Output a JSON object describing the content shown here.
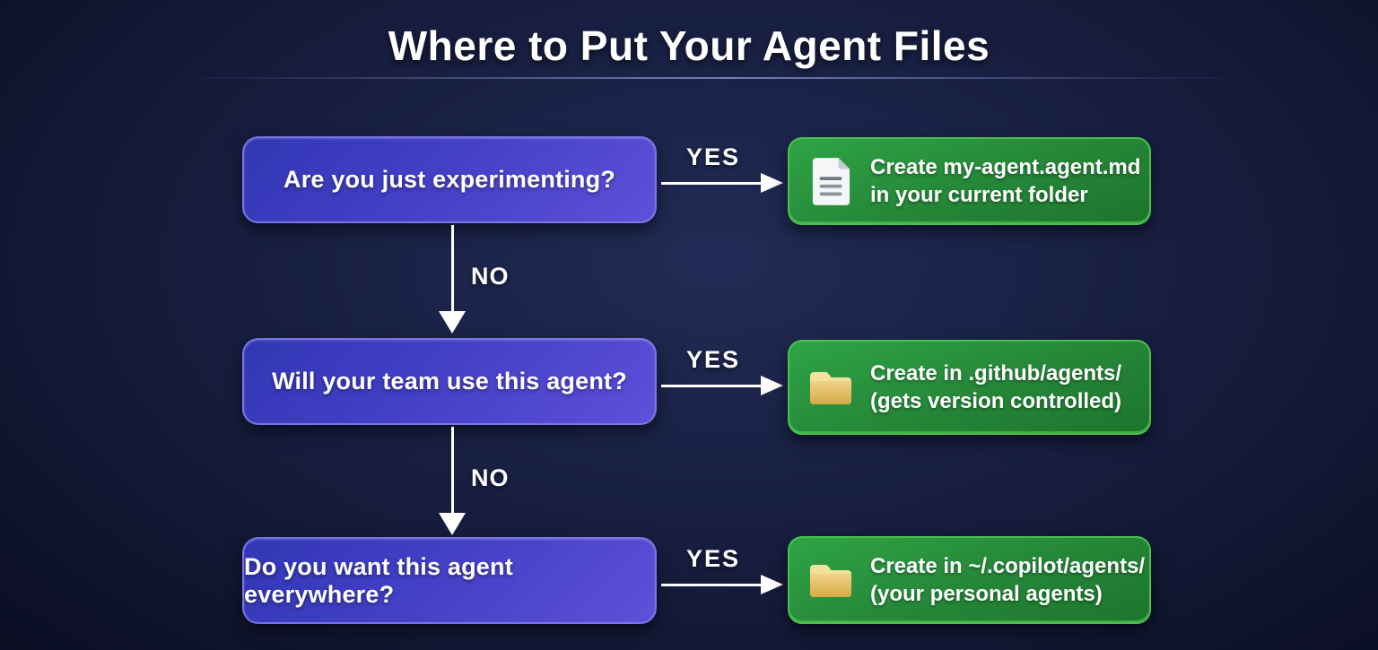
{
  "title": "Where to Put Your Agent Files",
  "colors": {
    "background_center": "#212b55",
    "background_edge": "#0b0e23",
    "question_box_gradient_start": "#3137b4",
    "question_box_gradient_end": "#5e50d9",
    "question_box_border": "#847cec",
    "answer_box_gradient_start": "#2fa446",
    "answer_box_gradient_end": "#1d752c",
    "answer_box_border": "#50c452",
    "arrow": "#ffffff",
    "divider": "#8591c4",
    "folder_icon": "#e9c766",
    "document_icon": "#f4f6f8"
  },
  "flowchart": {
    "rows": [
      {
        "question": "Are you just experimenting?",
        "yes_label": "YES",
        "no_label": "NO",
        "icon": "document-icon",
        "answer_line1": "Create my-agent.agent.md",
        "answer_line2": "in your current folder"
      },
      {
        "question": "Will your team use this agent?",
        "yes_label": "YES",
        "no_label": "NO",
        "icon": "folder-icon",
        "answer_line1": "Create in .github/agents/",
        "answer_line2": "(gets version controlled)"
      },
      {
        "question": "Do you want this agent everywhere?",
        "yes_label": "YES",
        "icon": "folder-icon",
        "answer_line1": "Create in ~/.copilot/agents/",
        "answer_line2": "(your personal agents)"
      }
    ]
  }
}
